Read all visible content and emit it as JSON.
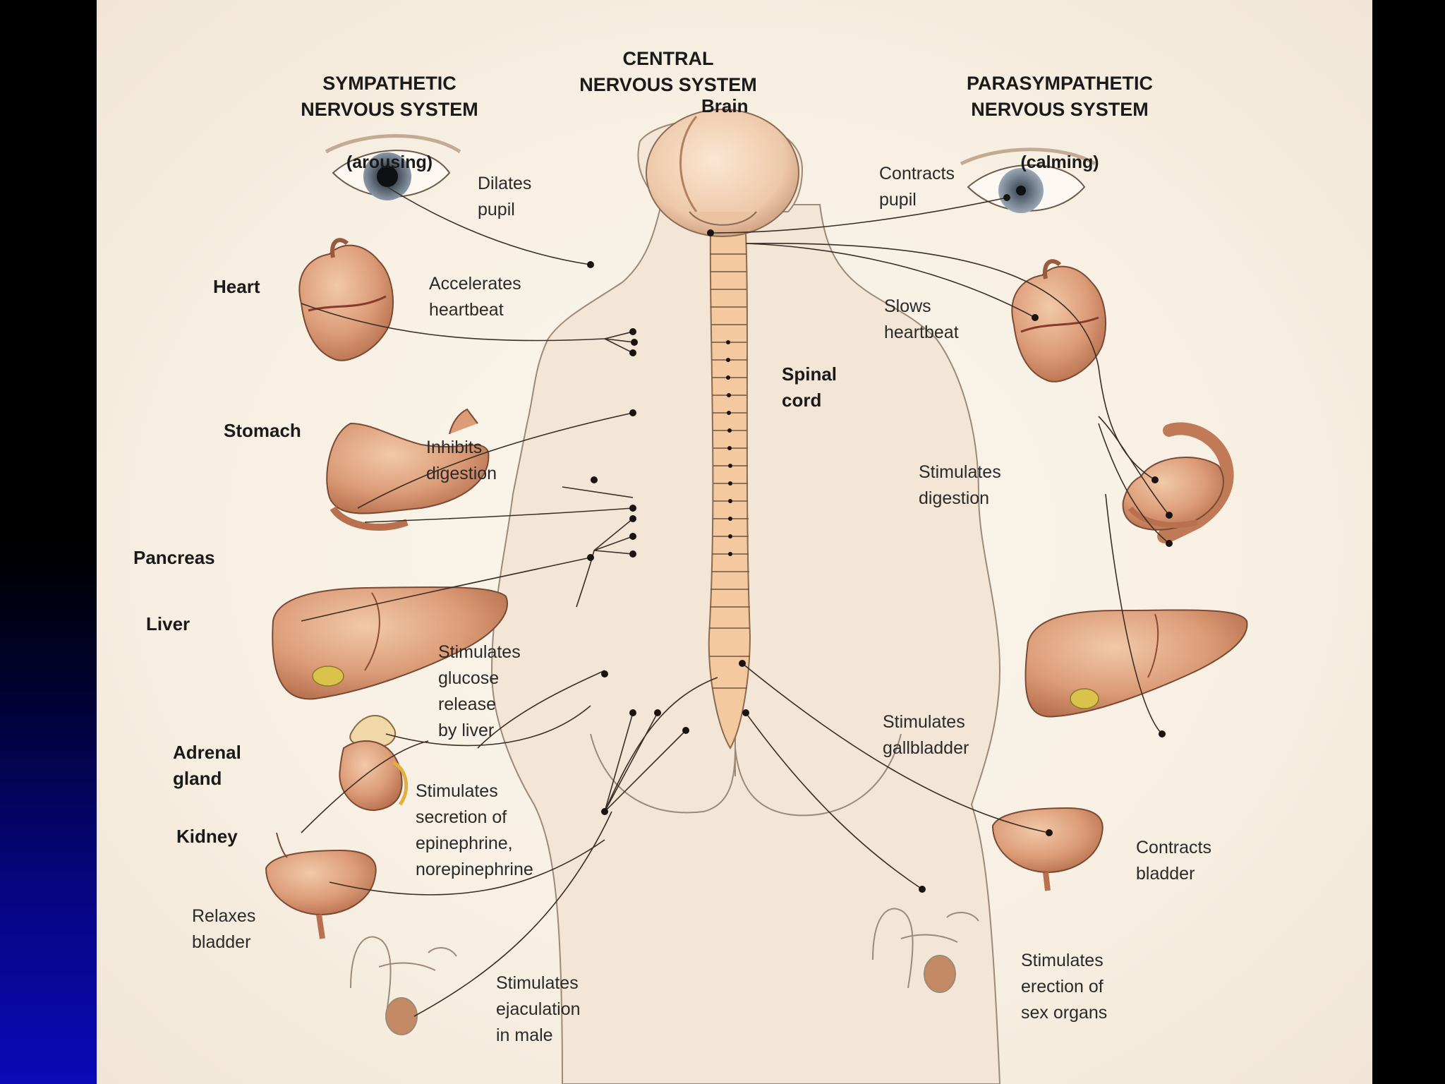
{
  "headers": {
    "sympathetic_title": "SYMPATHETIC\nNERVOUS SYSTEM",
    "sympathetic_sub": "(arousing)",
    "central_title": "CENTRAL\nNERVOUS SYSTEM",
    "parasympathetic_title": "PARASYMPATHETIC\nNERVOUS SYSTEM",
    "parasympathetic_sub": "(calming)"
  },
  "structures": {
    "brain": "Brain",
    "spinal_cord": "Spinal\ncord",
    "heart": "Heart",
    "stomach": "Stomach",
    "pancreas": "Pancreas",
    "liver": "Liver",
    "adrenal": "Adrenal\ngland",
    "kidney": "Kidney"
  },
  "sympathetic_effects": {
    "pupil": "Dilates\npupil",
    "heart": "Accelerates\nheartbeat",
    "digestion": "Inhibits\ndigestion",
    "glucose": "Stimulates\nglucose\nrelease\nby liver",
    "secretion": "Stimulates\nsecretion of\nepinephrine,\nnorepinephrine",
    "bladder": "Relaxes\nbladder",
    "ejaculation": "Stimulates\nejaculation\nin male"
  },
  "parasympathetic_effects": {
    "pupil": "Contracts\npupil",
    "heart": "Slows\nheartbeat",
    "digestion": "Stimulates\ndigestion",
    "gallbladder": "Stimulates\ngallbladder",
    "bladder": "Contracts\nbladder",
    "erection": "Stimulates\nerection of\nsex organs"
  }
}
